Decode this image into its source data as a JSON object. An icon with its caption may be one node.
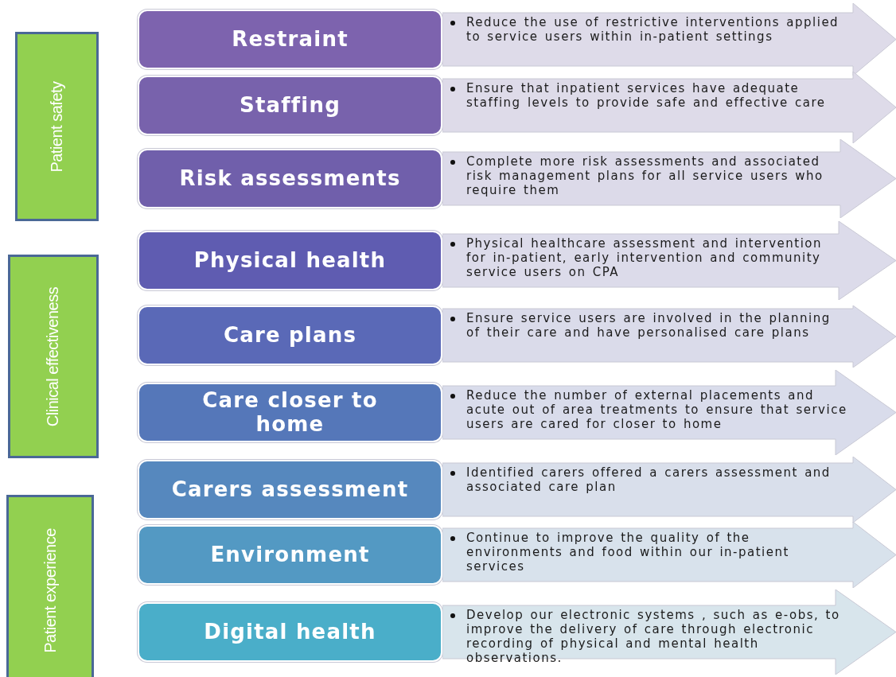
{
  "diagram": {
    "nodes": [
      {
        "text": [
          "Patient safety"
        ]
      },
      {
        "text": [
          "Clinical effectiveness"
        ]
      },
      {
        "text": [
          "Patient experience"
        ]
      },
      {
        "text": [
          "Restraint"
        ]
      },
      {
        "text": [
          "Reduce the use of restrictive interventions applied to service users within in-patient settings"
        ]
      },
      {
        "text": [
          "Staffing"
        ]
      },
      {
        "text": [
          "Ensure that inpatient services have adequate staffing levels to provide safe and effective care"
        ]
      },
      {
        "text": [
          "Risk assessments"
        ]
      },
      {
        "text": [
          "Complete more risk assessments and associated risk management plans for all service users who require them"
        ]
      },
      {
        "text": [
          "Physical health"
        ]
      },
      {
        "text": [
          "Physical healthcare assessment and intervention for in-patient, early intervention and community service users on CPA"
        ]
      },
      {
        "text": [
          "Care plans"
        ]
      },
      {
        "text": [
          "Ensure service users are involved in the planning of their care and have personalised care plans"
        ]
      },
      {
        "text": [
          "Care closer to home"
        ]
      },
      {
        "text": [
          "Reduce the number of external placements and acute out of area treatments to ensure that service users are cared for closer to home"
        ]
      },
      {
        "text": [
          "Carers assessment"
        ]
      },
      {
        "text": [
          "Identified carers offered a carers assessment and associated care plan"
        ]
      },
      {
        "text": [
          "Environment"
        ]
      },
      {
        "text": [
          "Continue to improve the quality of the environments  and food within our in-patient services"
        ]
      },
      {
        "text": [
          "Digital health"
        ]
      },
      {
        "text": [
          "Develop our electronic systems , such as e-obs, to improve the delivery of care through electronic recording of physical and mental health observations."
        ]
      }
    ],
    "edges": []
  }
}
